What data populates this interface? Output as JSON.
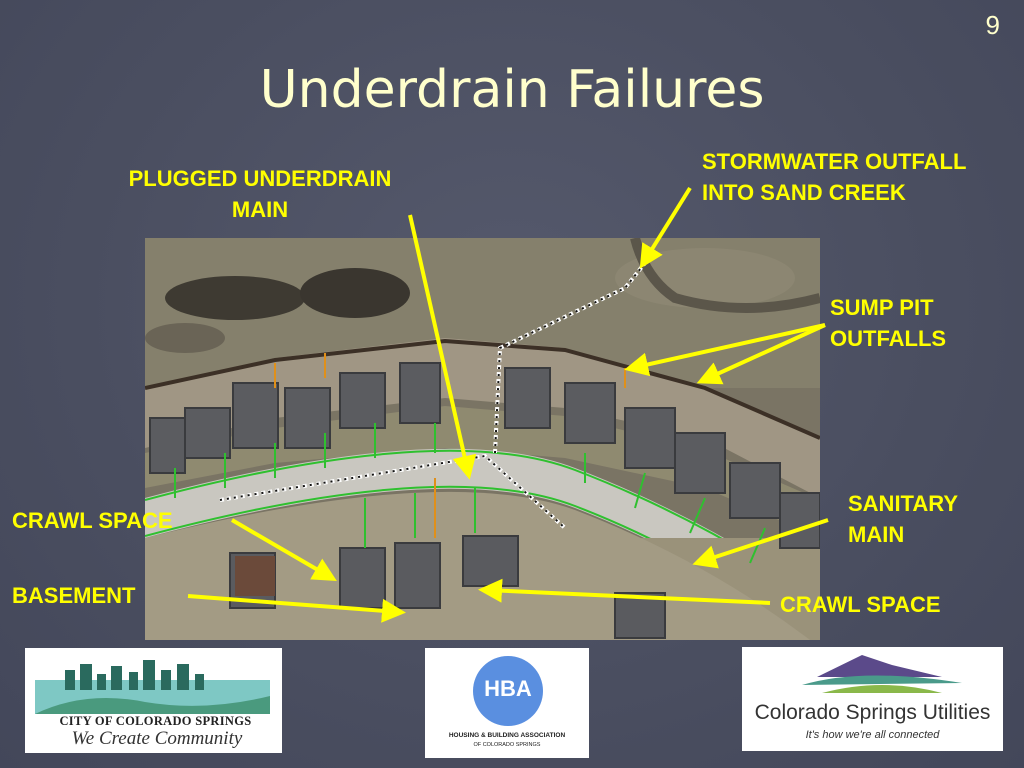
{
  "slide_number": "9",
  "title": "Underdrain Failures",
  "callouts": {
    "plugged_underdrain": "PLUGGED UNDERDRAIN MAIN",
    "stormwater_outfall": "STORMWATER OUTFALL INTO SAND CREEK",
    "sump_pit_outfalls": "SUMP PIT OUTFALLS",
    "sanitary_main": "SANITARY MAIN",
    "crawl_space_left": "CRAWL SPACE",
    "basement": "BASEMENT",
    "crawl_space_right": "CRAWL SPACE"
  },
  "logos": {
    "city": {
      "name": "CITY OF COLORADO SPRINGS",
      "tagline": "We Create Community"
    },
    "hba": {
      "abbr": "HBA",
      "line1": "HOUSING & BUILDING ASSOCIATION",
      "line2": "OF COLORADO SPRINGS"
    },
    "csu": {
      "name": "Colorado Springs Utilities",
      "tagline": "It's how we're all connected"
    }
  },
  "colors": {
    "title": "#ffffcc",
    "callout": "#ffff00",
    "background": "#4a4e60"
  }
}
